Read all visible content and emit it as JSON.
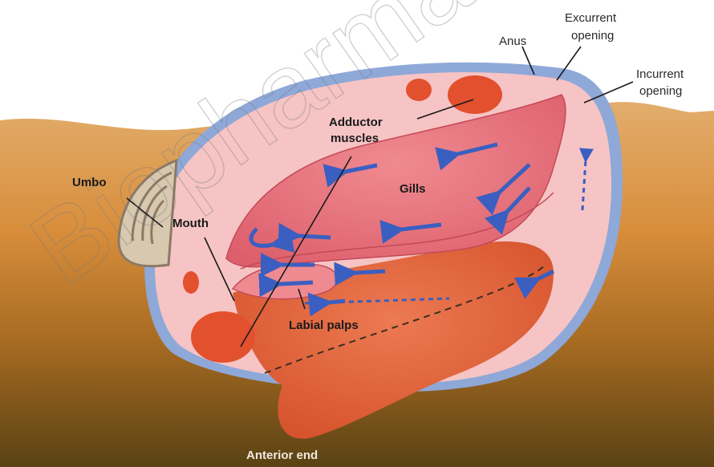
{
  "labels": {
    "anus": "Anus",
    "excurrent": "Excurrent",
    "excurrent2": "opening",
    "incurrent": "Incurrent",
    "incurrent2": "opening",
    "adductor": "Adductor",
    "adductor2": "muscles",
    "umbo": "Umbo",
    "gills": "Gills",
    "mouth": "Mouth",
    "labial_palps": "Labial palps",
    "anterior_end": "Anterior end"
  },
  "watermark": "Biopharma",
  "colors": {
    "shell_blue": "#8ea8d8",
    "mantle_pink": "#f6c4c4",
    "gill_pink": "#e6707a",
    "foot_orange": "#e0603a",
    "muscle_red": "#e2502e",
    "arrow_blue": "#3a5fc0",
    "sand_top": "#d9a060",
    "sand_bottom": "#6a4a18"
  }
}
